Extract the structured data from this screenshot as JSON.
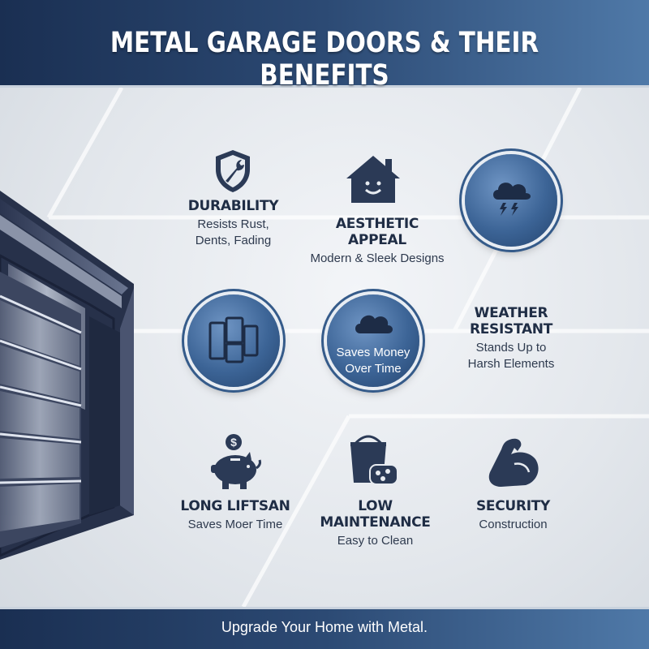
{
  "header": {
    "title": "METAL GARAGE DOORS & THEIR BENEFITS"
  },
  "benefits": {
    "durability": {
      "title": "DURABILITY",
      "line1": "Resists Rust,",
      "line2": "Dents, Fading",
      "icon": "shield-wrench-icon"
    },
    "aesthetic": {
      "title": "AESTHETIC APPEAL",
      "line1": "Modern & Sleek Designs",
      "icon": "house-icon"
    },
    "weather": {
      "title_line1": "WEATHER",
      "title_line2": "RESISTANT",
      "line1": "Stands Up to",
      "line2": "Harsh Elements",
      "icon": "storm-cloud-icon"
    },
    "energy": {
      "icon": "door-panels-icon"
    },
    "money": {
      "line1": "Saves Money",
      "line2": "Over Time",
      "icon": "cloud-icon"
    },
    "lifespan": {
      "title": "LONG LIFTSAN",
      "line1": "Saves Moer Time",
      "icon": "piggy-bank-icon"
    },
    "maintenance": {
      "title": "LOW MAINTENANCE",
      "line1": "Easy to Clean",
      "icon": "bucket-sponge-icon"
    },
    "security": {
      "title": "SECURITY",
      "line1": "Construction",
      "icon": "flexed-arm-icon"
    }
  },
  "footer": {
    "text": "Upgrade Your Home with Metal."
  },
  "colors": {
    "navy": "#1f2d45",
    "accent": "#3c6496",
    "header_start": "#1a2f52",
    "header_end": "#4f79a8"
  }
}
